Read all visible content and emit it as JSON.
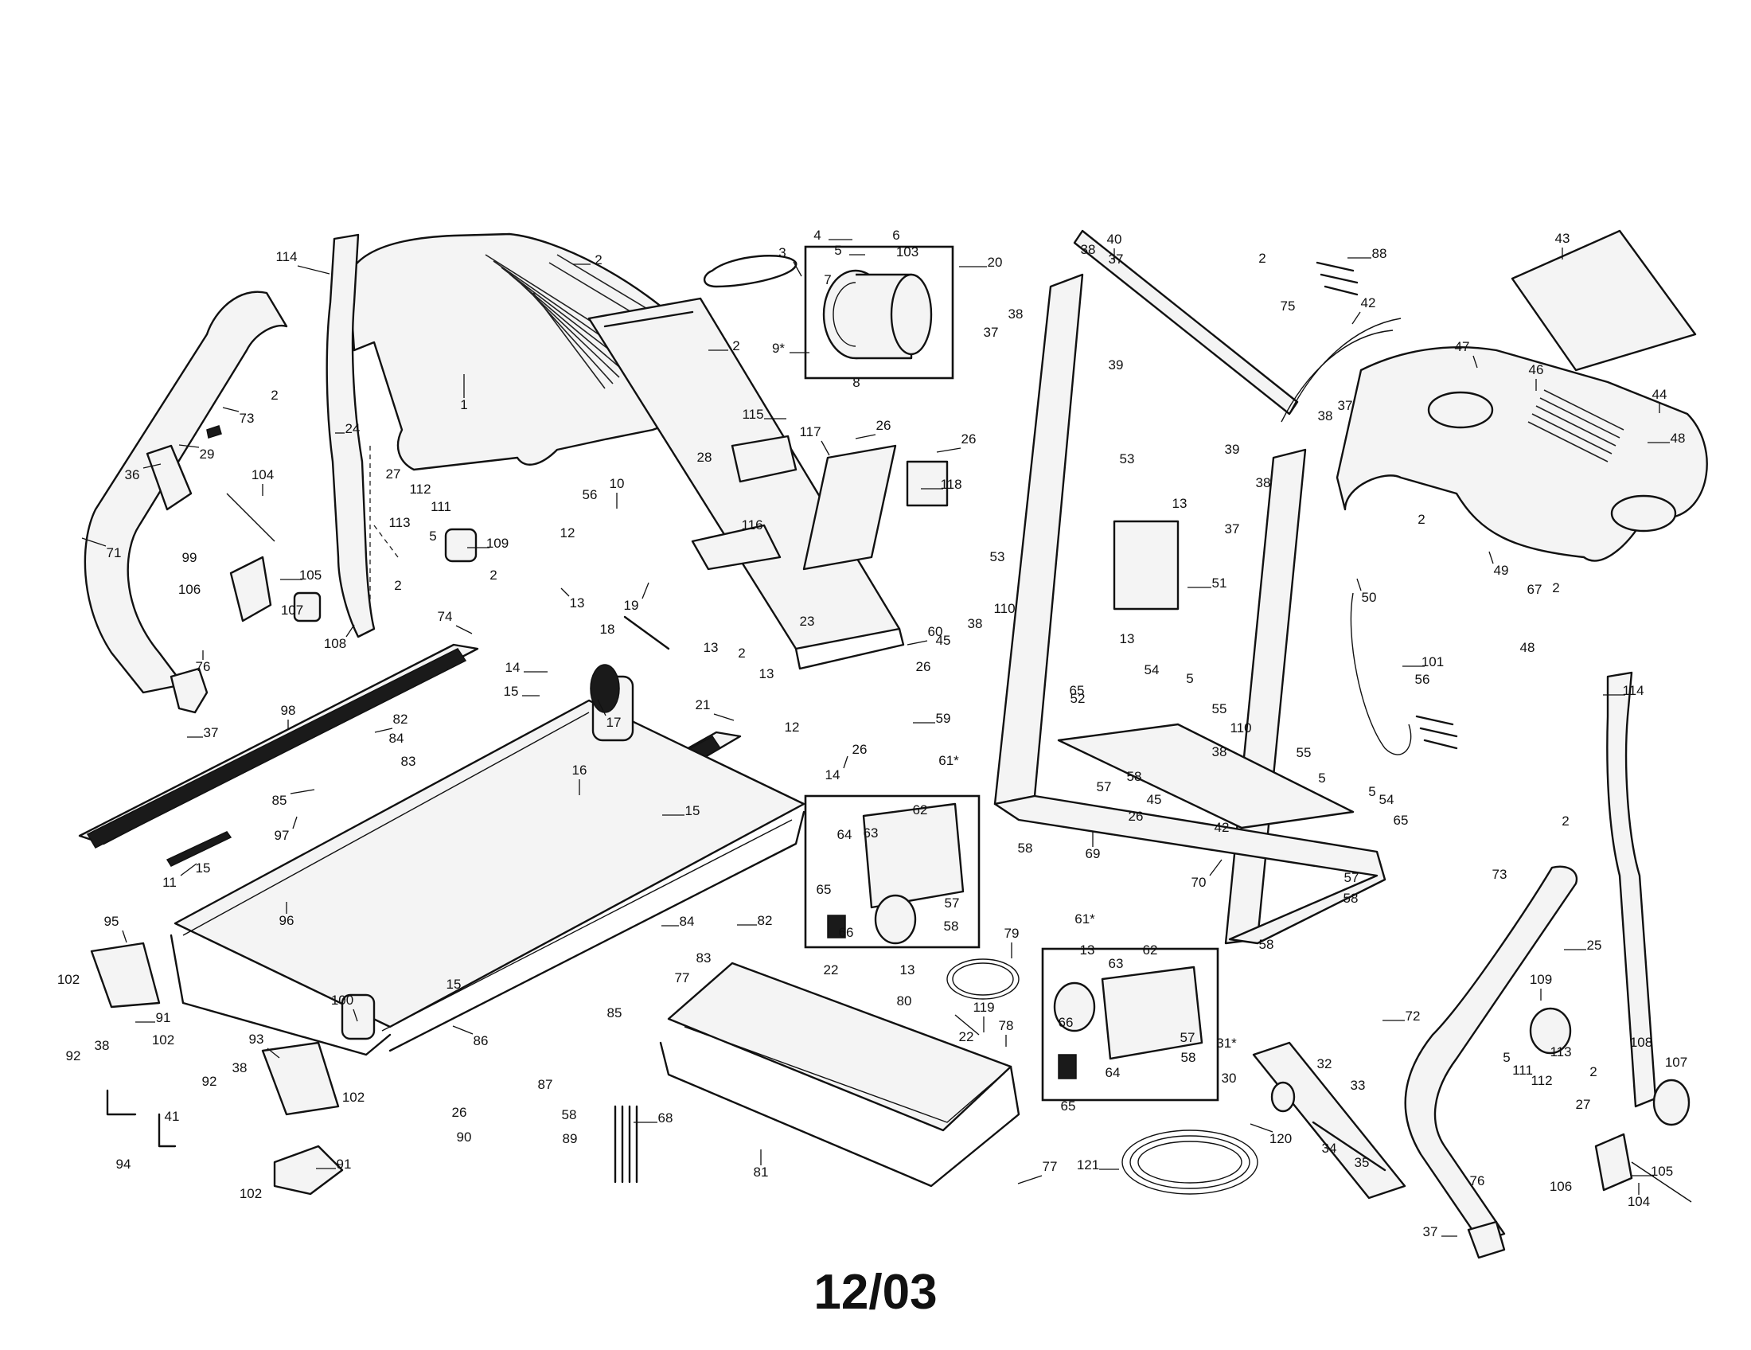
{
  "diagram": {
    "date_code": "12/03",
    "callouts": [
      {
        "id": "c01",
        "text": "114"
      },
      {
        "id": "c02",
        "text": "2"
      },
      {
        "id": "c03",
        "text": "1"
      },
      {
        "id": "c04",
        "text": "2"
      },
      {
        "id": "c05",
        "text": "2"
      },
      {
        "id": "c06",
        "text": "73"
      },
      {
        "id": "c07",
        "text": "29"
      },
      {
        "id": "c08",
        "text": "36"
      },
      {
        "id": "c09",
        "text": "99"
      },
      {
        "id": "c10",
        "text": "71"
      },
      {
        "id": "c11",
        "text": "24"
      },
      {
        "id": "c12",
        "text": "104"
      },
      {
        "id": "c13",
        "text": "27"
      },
      {
        "id": "c14",
        "text": "112"
      },
      {
        "id": "c15",
        "text": "111"
      },
      {
        "id": "c16",
        "text": "113"
      },
      {
        "id": "c17",
        "text": "5"
      },
      {
        "id": "c18",
        "text": "109"
      },
      {
        "id": "c19",
        "text": "105"
      },
      {
        "id": "c20",
        "text": "106"
      },
      {
        "id": "c21",
        "text": "107"
      },
      {
        "id": "c22",
        "text": "108"
      },
      {
        "id": "c23",
        "text": "2"
      },
      {
        "id": "c24",
        "text": "76"
      },
      {
        "id": "c25",
        "text": "37"
      },
      {
        "id": "c26",
        "text": "2"
      },
      {
        "id": "c27",
        "text": "74"
      },
      {
        "id": "c28",
        "text": "98"
      },
      {
        "id": "c29",
        "text": "3"
      },
      {
        "id": "c30",
        "text": "4"
      },
      {
        "id": "c31",
        "text": "5"
      },
      {
        "id": "c32",
        "text": "6"
      },
      {
        "id": "c33",
        "text": "7"
      },
      {
        "id": "c34",
        "text": "103"
      },
      {
        "id": "c35",
        "text": "20"
      },
      {
        "id": "c36",
        "text": "9*"
      },
      {
        "id": "c37",
        "text": "8"
      },
      {
        "id": "c38",
        "text": "115"
      },
      {
        "id": "c39",
        "text": "117"
      },
      {
        "id": "c40",
        "text": "26"
      },
      {
        "id": "c41",
        "text": "26"
      },
      {
        "id": "c42",
        "text": "28"
      },
      {
        "id": "c43",
        "text": "118"
      },
      {
        "id": "c44",
        "text": "116"
      },
      {
        "id": "c45",
        "text": "10"
      },
      {
        "id": "c46",
        "text": "56"
      },
      {
        "id": "c47",
        "text": "12"
      },
      {
        "id": "c48",
        "text": "13"
      },
      {
        "id": "c49",
        "text": "19"
      },
      {
        "id": "c50",
        "text": "18"
      },
      {
        "id": "c51",
        "text": "13"
      },
      {
        "id": "c52",
        "text": "23"
      },
      {
        "id": "c53",
        "text": "60"
      },
      {
        "id": "c54",
        "text": "26"
      },
      {
        "id": "c55",
        "text": "14"
      },
      {
        "id": "c56",
        "text": "15"
      },
      {
        "id": "c57",
        "text": "2"
      },
      {
        "id": "c58",
        "text": "13"
      },
      {
        "id": "c59",
        "text": "17"
      },
      {
        "id": "c60",
        "text": "21"
      },
      {
        "id": "c61",
        "text": "12"
      },
      {
        "id": "c62",
        "text": "26"
      },
      {
        "id": "c63",
        "text": "59"
      },
      {
        "id": "c64",
        "text": "82"
      },
      {
        "id": "c65",
        "text": "84"
      },
      {
        "id": "c66",
        "text": "83"
      },
      {
        "id": "c67",
        "text": "85"
      },
      {
        "id": "c68",
        "text": "16"
      },
      {
        "id": "c69",
        "text": "97"
      },
      {
        "id": "c70",
        "text": "11"
      },
      {
        "id": "c71",
        "text": "15"
      },
      {
        "id": "c72",
        "text": "96"
      },
      {
        "id": "c73",
        "text": "15"
      },
      {
        "id": "c74",
        "text": "14"
      },
      {
        "id": "c75",
        "text": "61*"
      },
      {
        "id": "c76",
        "text": "62"
      },
      {
        "id": "c77",
        "text": "64"
      },
      {
        "id": "c78",
        "text": "63"
      },
      {
        "id": "c79",
        "text": "65"
      },
      {
        "id": "c80",
        "text": "66"
      },
      {
        "id": "c81",
        "text": "57"
      },
      {
        "id": "c82",
        "text": "58"
      },
      {
        "id": "c83",
        "text": "13"
      },
      {
        "id": "c84",
        "text": "82"
      },
      {
        "id": "c85",
        "text": "84"
      },
      {
        "id": "c86",
        "text": "83"
      },
      {
        "id": "c87",
        "text": "85"
      },
      {
        "id": "c88",
        "text": "95"
      },
      {
        "id": "c89",
        "text": "102"
      },
      {
        "id": "c90",
        "text": "91"
      },
      {
        "id": "c91",
        "text": "92"
      },
      {
        "id": "c92",
        "text": "38"
      },
      {
        "id": "c93",
        "text": "102"
      },
      {
        "id": "c94",
        "text": "100"
      },
      {
        "id": "c95",
        "text": "15"
      },
      {
        "id": "c96",
        "text": "86"
      },
      {
        "id": "c97",
        "text": "93"
      },
      {
        "id": "c98",
        "text": "38"
      },
      {
        "id": "c99",
        "text": "92"
      },
      {
        "id": "c100",
        "text": "102"
      },
      {
        "id": "c101",
        "text": "94"
      },
      {
        "id": "c102",
        "text": "41"
      },
      {
        "id": "c103",
        "text": "91"
      },
      {
        "id": "c104",
        "text": "102"
      },
      {
        "id": "c105",
        "text": "26"
      },
      {
        "id": "c106",
        "text": "90"
      },
      {
        "id": "c107",
        "text": "87"
      },
      {
        "id": "c108",
        "text": "58"
      },
      {
        "id": "c109",
        "text": "89"
      },
      {
        "id": "c110",
        "text": "68"
      },
      {
        "id": "c111",
        "text": "77"
      },
      {
        "id": "c112",
        "text": "22"
      },
      {
        "id": "c113",
        "text": "81"
      },
      {
        "id": "c114",
        "text": "77"
      },
      {
        "id": "c115",
        "text": "79"
      },
      {
        "id": "c116",
        "text": "80"
      },
      {
        "id": "c117",
        "text": "119"
      },
      {
        "id": "c118",
        "text": "22"
      },
      {
        "id": "c119",
        "text": "78"
      },
      {
        "id": "c120",
        "text": "40"
      },
      {
        "id": "c121",
        "text": "2"
      },
      {
        "id": "c122",
        "text": "38"
      },
      {
        "id": "c123",
        "text": "37"
      },
      {
        "id": "c124",
        "text": "37"
      },
      {
        "id": "c125",
        "text": "38"
      },
      {
        "id": "c126",
        "text": "39"
      },
      {
        "id": "c127",
        "text": "88"
      },
      {
        "id": "c128",
        "text": "42"
      },
      {
        "id": "c129",
        "text": "75"
      },
      {
        "id": "c130",
        "text": "39"
      },
      {
        "id": "c131",
        "text": "38"
      },
      {
        "id": "c132",
        "text": "37"
      },
      {
        "id": "c133",
        "text": "37"
      },
      {
        "id": "c134",
        "text": "38"
      },
      {
        "id": "c135",
        "text": "53"
      },
      {
        "id": "c136",
        "text": "13"
      },
      {
        "id": "c137",
        "text": "51"
      },
      {
        "id": "c138",
        "text": "53"
      },
      {
        "id": "c139",
        "text": "110"
      },
      {
        "id": "c140",
        "text": "38"
      },
      {
        "id": "c141",
        "text": "45"
      },
      {
        "id": "c142",
        "text": "52"
      },
      {
        "id": "c143",
        "text": "13"
      },
      {
        "id": "c144",
        "text": "54"
      },
      {
        "id": "c145",
        "text": "65"
      },
      {
        "id": "c146",
        "text": "5"
      },
      {
        "id": "c147",
        "text": "55"
      },
      {
        "id": "c148",
        "text": "110"
      },
      {
        "id": "c149",
        "text": "57"
      },
      {
        "id": "c150",
        "text": "58"
      },
      {
        "id": "c151",
        "text": "38"
      },
      {
        "id": "c152",
        "text": "45"
      },
      {
        "id": "c153",
        "text": "26"
      },
      {
        "id": "c154",
        "text": "42"
      },
      {
        "id": "c155",
        "text": "58"
      },
      {
        "id": "c156",
        "text": "69"
      },
      {
        "id": "c157",
        "text": "70"
      },
      {
        "id": "c158",
        "text": "55"
      },
      {
        "id": "c159",
        "text": "5"
      },
      {
        "id": "c160",
        "text": "5"
      },
      {
        "id": "c161",
        "text": "54"
      },
      {
        "id": "c162",
        "text": "65"
      },
      {
        "id": "c163",
        "text": "57"
      },
      {
        "id": "c164",
        "text": "58"
      },
      {
        "id": "c165",
        "text": "58"
      },
      {
        "id": "c166",
        "text": "61*"
      },
      {
        "id": "c167",
        "text": "13"
      },
      {
        "id": "c168",
        "text": "62"
      },
      {
        "id": "c169",
        "text": "63"
      },
      {
        "id": "c170",
        "text": "66"
      },
      {
        "id": "c171",
        "text": "57"
      },
      {
        "id": "c172",
        "text": "58"
      },
      {
        "id": "c173",
        "text": "64"
      },
      {
        "id": "c174",
        "text": "65"
      },
      {
        "id": "c175",
        "text": "31*"
      },
      {
        "id": "c176",
        "text": "30"
      },
      {
        "id": "c177",
        "text": "32"
      },
      {
        "id": "c178",
        "text": "33"
      },
      {
        "id": "c179",
        "text": "34"
      },
      {
        "id": "c180",
        "text": "35"
      },
      {
        "id": "c181",
        "text": "120"
      },
      {
        "id": "c182",
        "text": "121"
      },
      {
        "id": "c183",
        "text": "43"
      },
      {
        "id": "c184",
        "text": "47"
      },
      {
        "id": "c185",
        "text": "46"
      },
      {
        "id": "c186",
        "text": "44"
      },
      {
        "id": "c187",
        "text": "48"
      },
      {
        "id": "c188",
        "text": "2"
      },
      {
        "id": "c189",
        "text": "49"
      },
      {
        "id": "c190",
        "text": "67"
      },
      {
        "id": "c191",
        "text": "2"
      },
      {
        "id": "c192",
        "text": "50"
      },
      {
        "id": "c193",
        "text": "56"
      },
      {
        "id": "c194",
        "text": "101"
      },
      {
        "id": "c195",
        "text": "48"
      },
      {
        "id": "c196",
        "text": "114"
      },
      {
        "id": "c197",
        "text": "2"
      },
      {
        "id": "c198",
        "text": "73"
      },
      {
        "id": "c199",
        "text": "25"
      },
      {
        "id": "c200",
        "text": "72"
      },
      {
        "id": "c201",
        "text": "109"
      },
      {
        "id": "c202",
        "text": "5"
      },
      {
        "id": "c203",
        "text": "113"
      },
      {
        "id": "c204",
        "text": "111"
      },
      {
        "id": "c205",
        "text": "112"
      },
      {
        "id": "c206",
        "text": "2"
      },
      {
        "id": "c207",
        "text": "27"
      },
      {
        "id": "c208",
        "text": "108"
      },
      {
        "id": "c209",
        "text": "107"
      },
      {
        "id": "c210",
        "text": "76"
      },
      {
        "id": "c211",
        "text": "106"
      },
      {
        "id": "c212",
        "text": "105"
      },
      {
        "id": "c213",
        "text": "37"
      },
      {
        "id": "c214",
        "text": "104"
      }
    ]
  }
}
